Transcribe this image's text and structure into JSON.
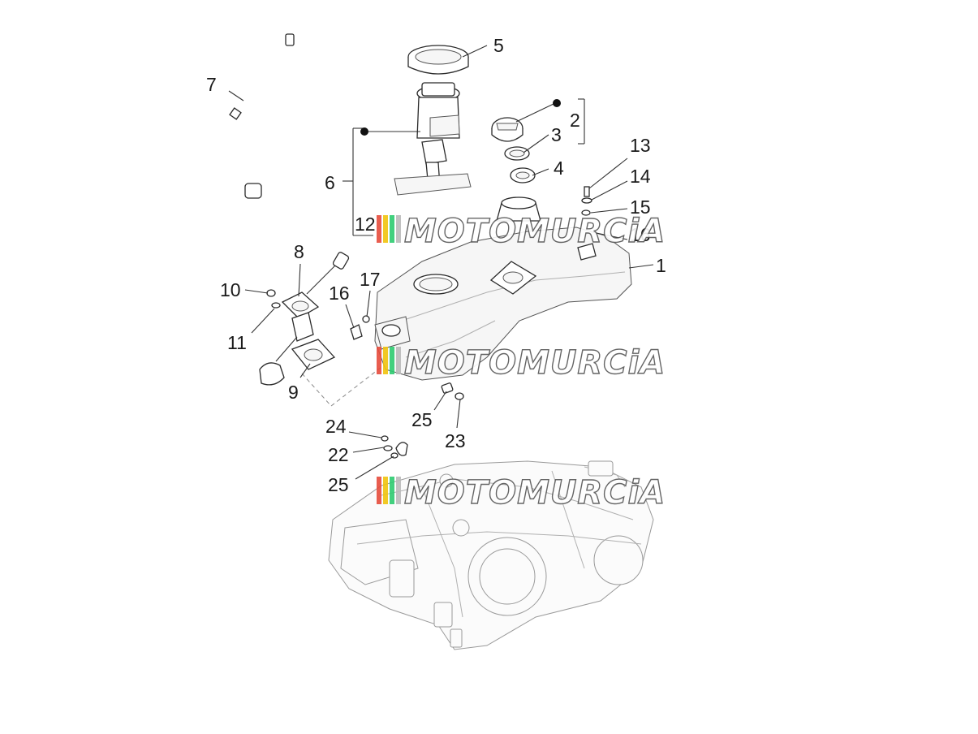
{
  "watermark": {
    "text": "MOTOMURCiA",
    "stripe_colors": [
      "#e74c3c",
      "#f1c40f",
      "#2ecc71",
      "#bbbbbb"
    ]
  },
  "callouts": [
    {
      "id": "1",
      "label": "1"
    },
    {
      "id": "2",
      "label": "2"
    },
    {
      "id": "3",
      "label": "3"
    },
    {
      "id": "4",
      "label": "4"
    },
    {
      "id": "5",
      "label": "5"
    },
    {
      "id": "6",
      "label": "6"
    },
    {
      "id": "7",
      "label": "7"
    },
    {
      "id": "8",
      "label": "8"
    },
    {
      "id": "9",
      "label": "9"
    },
    {
      "id": "10",
      "label": "10"
    },
    {
      "id": "11",
      "label": "11"
    },
    {
      "id": "12",
      "label": "12"
    },
    {
      "id": "13",
      "label": "13"
    },
    {
      "id": "14",
      "label": "14"
    },
    {
      "id": "15",
      "label": "15"
    },
    {
      "id": "16a",
      "label": "16"
    },
    {
      "id": "16b",
      "label": "16"
    },
    {
      "id": "17",
      "label": "17"
    },
    {
      "id": "22",
      "label": "22"
    },
    {
      "id": "23",
      "label": "23"
    },
    {
      "id": "24",
      "label": "24"
    },
    {
      "id": "25a",
      "label": "25"
    },
    {
      "id": "25b",
      "label": "25"
    }
  ]
}
